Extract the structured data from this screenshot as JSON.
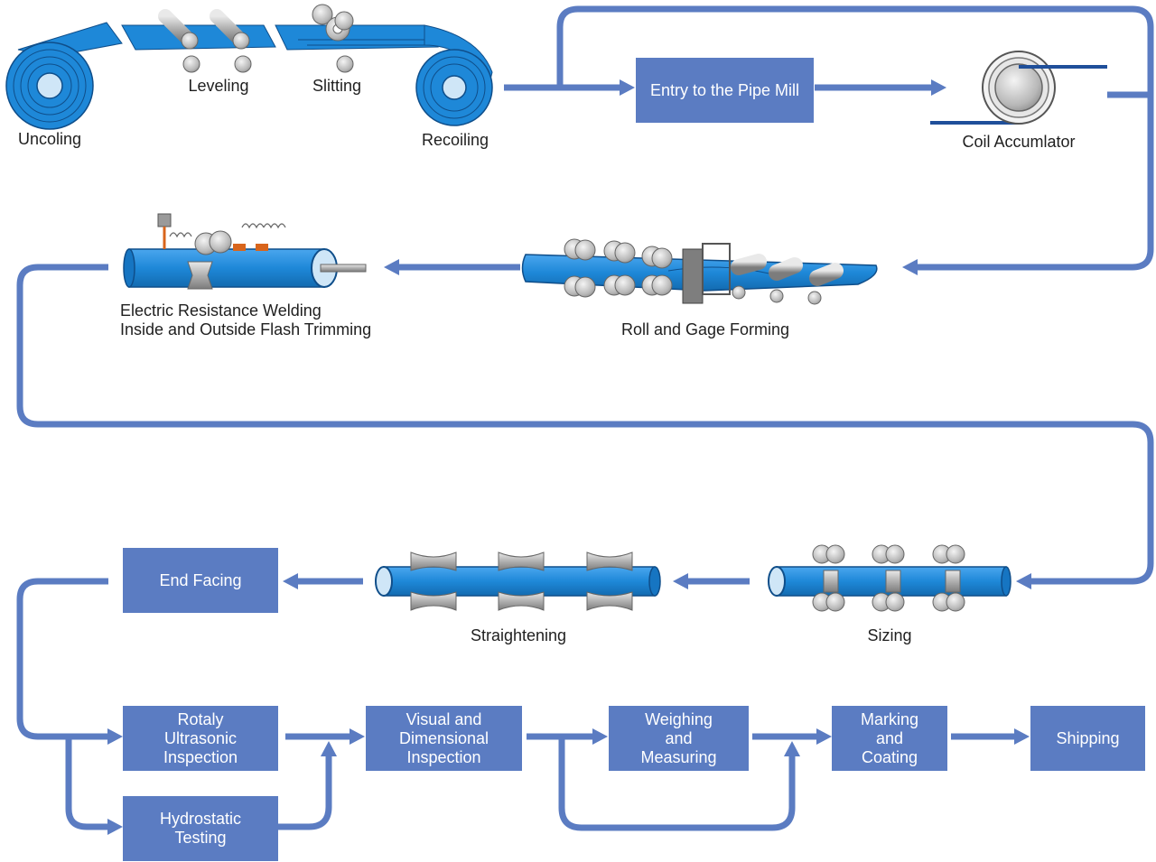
{
  "colors": {
    "line": "#5b7cc2",
    "box": "#5b7cc2",
    "pipe": "#1e88d8",
    "roller": "#b5b5b5",
    "label": "#1f1f1f",
    "box_text": "#ffffff",
    "flash": "#d8651c"
  },
  "labels": {
    "uncoling": "Uncoling",
    "leveling": "Leveling",
    "slitting": "Slitting",
    "recoiling": "Recoiling",
    "coil_accumulator": "Coil Accumlator",
    "erw_line1": "Electric Resistance Welding",
    "erw_line2": "Inside and Outside Flash Trimming",
    "roll_gage_forming": "Roll and Gage Forming",
    "straightening": "Straightening",
    "sizing": "Sizing"
  },
  "boxes": {
    "entry": "Entry to the Pipe Mill",
    "end_facing": "End Facing",
    "ultrasonic": "Rotaly\nUltrasonic\nInspection",
    "hydrostatic": "Hydrostatic\nTesting",
    "visual": "Visual and\nDimensional\nInspection",
    "weighing": "Weighing\nand\nMeasuring",
    "marking": "Marking\nand\nCoating",
    "shipping": "Shipping"
  },
  "icons": [
    "uncoiler-icon",
    "leveling-rollers-icon",
    "slitting-rollers-icon",
    "recoiler-icon",
    "coil-accumulator-icon",
    "welding-station-icon",
    "forming-rollers-icon",
    "straightening-rollers-icon",
    "sizing-rollers-icon"
  ]
}
